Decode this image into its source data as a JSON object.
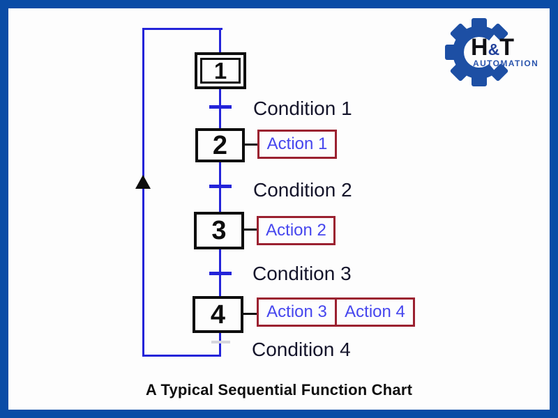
{
  "frame": {
    "border_color": "#0a4ca6",
    "background": "#fdfdfd"
  },
  "logo": {
    "brand_h": "H",
    "brand_amp": "&",
    "brand_t": "T",
    "subtitle": "AUTOMATION",
    "gear_color": "#1d4fa4",
    "subtitle_color": "#2b55ad"
  },
  "caption": "A Typical Sequential Function Chart",
  "diagram": {
    "type": "sequential-function-chart",
    "line_color": "#2424d9",
    "step_border_color": "#0d0d0d",
    "action_border_color": "#9b2130",
    "action_text_color": "#4646ee",
    "condition_text_color": "#15152b",
    "steps": [
      {
        "label": "1",
        "initial": true
      },
      {
        "label": "2",
        "initial": false
      },
      {
        "label": "3",
        "initial": false
      },
      {
        "label": "4",
        "initial": false
      }
    ],
    "conditions": [
      {
        "label": "Condition 1"
      },
      {
        "label": "Condition 2"
      },
      {
        "label": "Condition 3"
      },
      {
        "label": "Condition 4"
      }
    ],
    "actions": [
      {
        "label": "Action 1",
        "step": "2"
      },
      {
        "label": "Action 2",
        "step": "3"
      },
      {
        "label": "Action 3",
        "step": "4"
      },
      {
        "label": "Action 4",
        "step": "4"
      }
    ]
  }
}
